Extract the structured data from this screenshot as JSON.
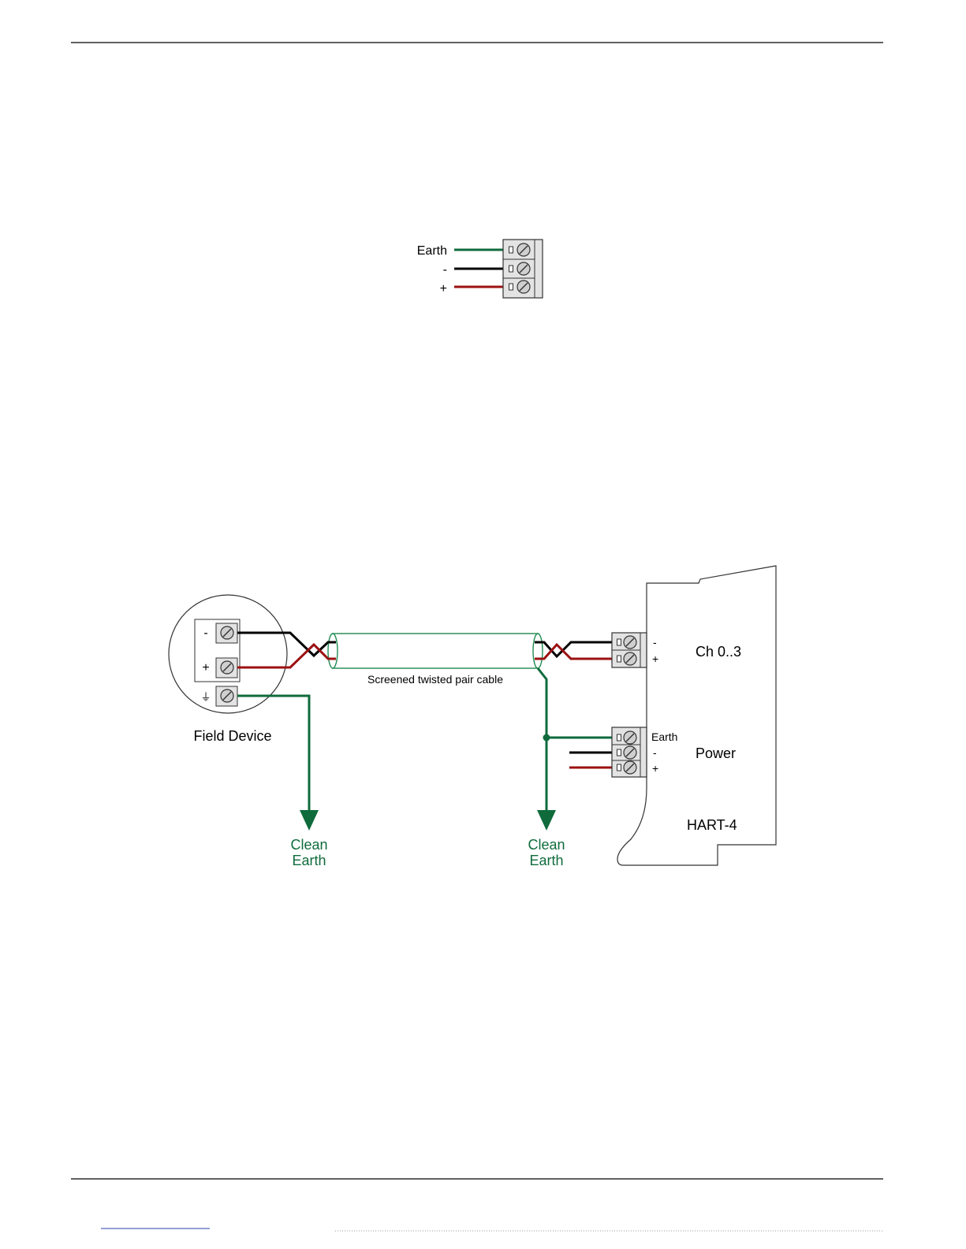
{
  "colors": {
    "earth_wire": "#0f6b3c",
    "negative_wire": "#000000",
    "positive_wire": "#9b1010",
    "cable_outline": "#1f8a50",
    "terminal_fill": "#e3e3e3",
    "terminal_stroke": "#333333",
    "rule": "#000000"
  },
  "connector_diagram": {
    "labels": {
      "earth": "Earth",
      "negative": "-",
      "positive": "+"
    }
  },
  "wiring_diagram": {
    "field_device": {
      "title": "Field Device",
      "terminal_negative": "-",
      "terminal_positive": "+",
      "terminal_ground_symbol": "⏚"
    },
    "cable_label": "Screened twisted pair cable",
    "clean_earth_left": {
      "line1": "Clean",
      "line2": "Earth"
    },
    "clean_earth_right": {
      "line1": "Clean",
      "line2": "Earth"
    },
    "module": {
      "channel_label": "Ch 0..3",
      "channel_negative": "-",
      "channel_positive": "+",
      "power_label": "Power",
      "power_earth": "Earth",
      "power_negative": "-",
      "power_positive": "+",
      "module_name": "HART-4"
    }
  }
}
